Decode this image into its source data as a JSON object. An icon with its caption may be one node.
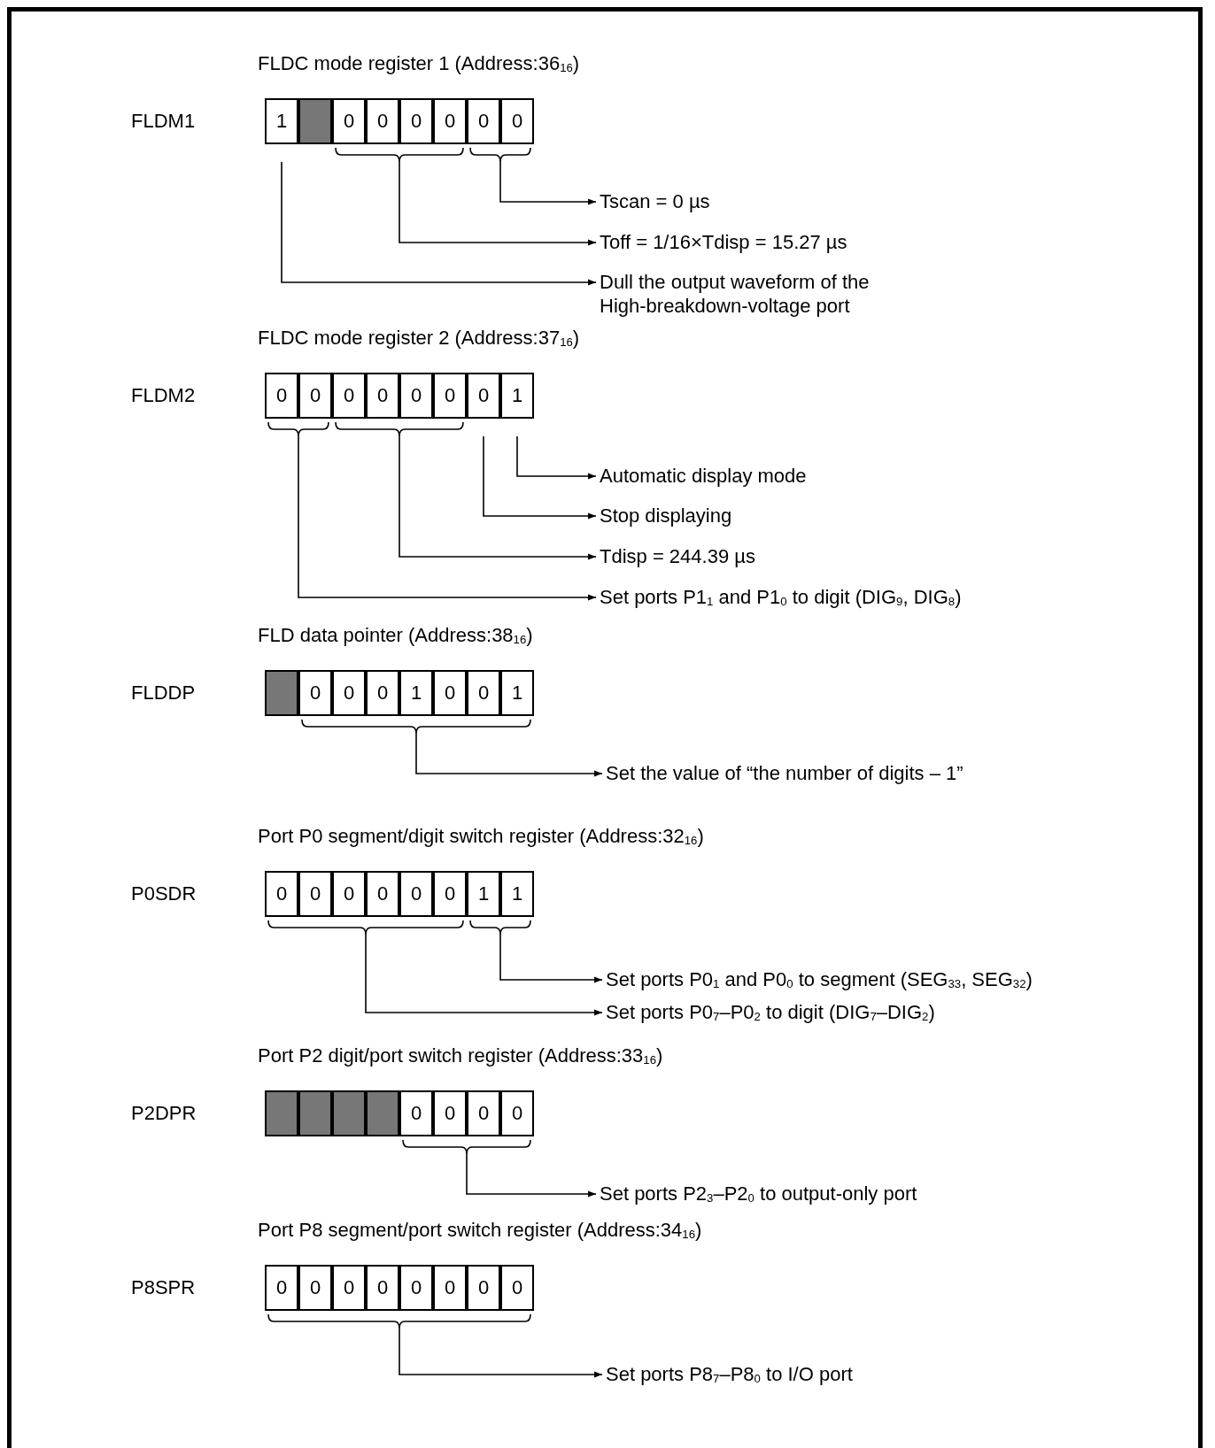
{
  "diagram": {
    "nodes": [
      {
        "text": [
          "FLDC mode register 1 (Address:36$_{16}$)",
          "FLDM1"
        ]
      },
      {
        "text": [
          "1"
        ],
        "in": 0
      },
      {
        "text": [],
        "shape": "box",
        "in": 0
      },
      {
        "text": [
          "0"
        ],
        "in": 0
      },
      {
        "text": [
          "0"
        ],
        "in": 0
      },
      {
        "text": [
          "0"
        ],
        "in": 0
      },
      {
        "text": [
          "0"
        ],
        "in": 0
      },
      {
        "text": [
          "0"
        ],
        "in": 0
      },
      {
        "text": [
          "0"
        ],
        "in": 0
      },
      {
        "text": [],
        "shape": "bracket",
        "in": 0
      },
      {
        "text": [],
        "shape": "bracket",
        "in": 0
      },
      {
        "text": [
          "Tscan = 0 µs"
        ]
      },
      {
        "text": [
          "Toff = 1/16×Tdisp = 15.27 µs"
        ]
      },
      {
        "text": [
          "Dull the output waveform of the High-breakdown-voltage port"
        ]
      },
      {
        "text": [
          "FLDC mode register 2 (Address:37$_{16}$)",
          "FLDM2"
        ]
      },
      {
        "text": [
          "0"
        ],
        "in": 14
      },
      {
        "text": [
          "0"
        ],
        "in": 14
      },
      {
        "text": [
          "0"
        ],
        "in": 14
      },
      {
        "text": [
          "0"
        ],
        "in": 14
      },
      {
        "text": [
          "0"
        ],
        "in": 14
      },
      {
        "text": [
          "0"
        ],
        "in": 14
      },
      {
        "text": [
          "0"
        ],
        "in": 14
      },
      {
        "text": [
          "1"
        ],
        "in": 14
      },
      {
        "text": [],
        "shape": "bracket",
        "in": 14
      },
      {
        "text": [],
        "shape": "bracket",
        "in": 14
      },
      {
        "text": [
          "Automatic display mode"
        ]
      },
      {
        "text": [
          "Stop displaying"
        ]
      },
      {
        "text": [
          "Tdisp = 244.39 µs"
        ]
      },
      {
        "text": [
          "Set ports P1$_{1}$ and P1$_{0}$ to digit (DIG$_{9}$, DIG$_{8}$)"
        ]
      },
      {
        "text": [
          "FLD data pointer (Address:38$_{16}$)",
          "FLDDP"
        ]
      },
      {
        "text": [],
        "shape": "box",
        "in": 29
      },
      {
        "text": [
          "0"
        ],
        "in": 29
      },
      {
        "text": [
          "0"
        ],
        "in": 29
      },
      {
        "text": [
          "0"
        ],
        "in": 29
      },
      {
        "text": [
          "1"
        ],
        "in": 29
      },
      {
        "text": [
          "0"
        ],
        "in": 29
      },
      {
        "text": [
          "0"
        ],
        "in": 29
      },
      {
        "text": [
          "1"
        ],
        "in": 29
      },
      {
        "text": [],
        "shape": "bracket",
        "in": 29
      },
      {
        "text": [
          "Set the value of “the number of digits – 1”"
        ]
      },
      {
        "text": [
          "Port P0 segment/digit switch register (Address:32$_{16}$)",
          "P0SDR"
        ]
      },
      {
        "text": [
          "0"
        ],
        "in": 40
      },
      {
        "text": [
          "0"
        ],
        "in": 40
      },
      {
        "text": [
          "0"
        ],
        "in": 40
      },
      {
        "text": [
          "0"
        ],
        "in": 40
      },
      {
        "text": [
          "0"
        ],
        "in": 40
      },
      {
        "text": [
          "0"
        ],
        "in": 40
      },
      {
        "text": [
          "1"
        ],
        "in": 40
      },
      {
        "text": [
          "1"
        ],
        "in": 40
      },
      {
        "text": [],
        "shape": "bracket",
        "in": 40
      },
      {
        "text": [],
        "shape": "bracket",
        "in": 40
      },
      {
        "text": [
          "Set ports P0$_{1}$ and P0$_{0}$ to segment (SEG$_{33}$, SEG$_{32}$)"
        ]
      },
      {
        "text": [
          "Set ports P0$_{7}$–P0$_{2}$ to digit (DIG$_{7}$–DIG$_{2}$)"
        ]
      },
      {
        "text": [
          "Port P2 digit/port switch register (Address:33$_{16}$)",
          "P2DPR"
        ]
      },
      {
        "text": [],
        "shape": "box",
        "in": 53
      },
      {
        "text": [],
        "shape": "box",
        "in": 53
      },
      {
        "text": [],
        "shape": "box",
        "in": 53
      },
      {
        "text": [],
        "shape": "box",
        "in": 53
      },
      {
        "text": [
          "0"
        ],
        "in": 53
      },
      {
        "text": [
          "0"
        ],
        "in": 53
      },
      {
        "text": [
          "0"
        ],
        "in": 53
      },
      {
        "text": [
          "0"
        ],
        "in": 53
      },
      {
        "text": [],
        "shape": "bracket",
        "in": 53
      },
      {
        "text": [
          "Set ports P2$_{3}$–P2$_{0}$ to output-only port"
        ]
      },
      {
        "text": [
          "Port P8 segment/port switch register (Address:34$_{16}$)",
          "P8SPR"
        ]
      },
      {
        "text": [
          "0"
        ],
        "in": 64
      },
      {
        "text": [
          "0"
        ],
        "in": 64
      },
      {
        "text": [
          "0"
        ],
        "in": 64
      },
      {
        "text": [
          "0"
        ],
        "in": 64
      },
      {
        "text": [
          "0"
        ],
        "in": 64
      },
      {
        "text": [
          "0"
        ],
        "in": 64
      },
      {
        "text": [
          "0"
        ],
        "in": 64
      },
      {
        "text": [
          "0"
        ],
        "in": 64
      },
      {
        "text": [],
        "shape": "bracket",
        "in": 64
      },
      {
        "text": [
          "Set ports P8$_{7}$–P8$_{0}$ to I/O port"
        ]
      }
    ],
    "edges": [
      {
        "from": 10,
        "to": 11,
        "arrow": "to"
      },
      {
        "from": 9,
        "to": 12,
        "arrow": "to"
      },
      {
        "from": 1,
        "to": 13,
        "arrow": "to"
      },
      {
        "from": 22,
        "to": 25,
        "arrow": "to"
      },
      {
        "from": 21,
        "to": 26,
        "arrow": "to"
      },
      {
        "from": 24,
        "to": 27,
        "arrow": "to"
      },
      {
        "from": 23,
        "to": 28,
        "arrow": "to"
      },
      {
        "from": 38,
        "to": 39,
        "arrow": "to"
      },
      {
        "from": 50,
        "to": 51,
        "arrow": "to"
      },
      {
        "from": 49,
        "to": 52,
        "arrow": "to"
      },
      {
        "from": 62,
        "to": 63,
        "arrow": "to"
      },
      {
        "from": 73,
        "to": 74,
        "arrow": "to"
      }
    ]
  }
}
